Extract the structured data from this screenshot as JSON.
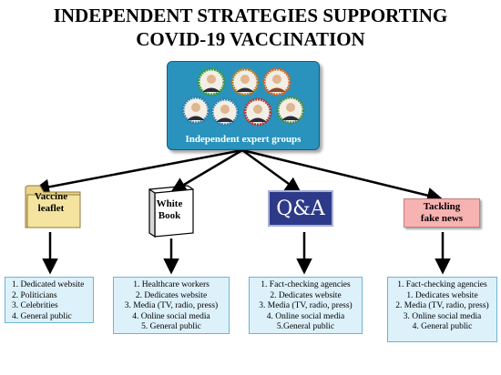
{
  "title": {
    "line1": "INDEPENDENT STRATEGIES SUPPORTING",
    "line2": "COVID-19 VACCINATION"
  },
  "hub": {
    "label": "Independent expert groups",
    "colors": {
      "background": "#2a93bd",
      "ring_colors": [
        "#3a9a3a",
        "#b07d2a",
        "#d9631e",
        "#2f7fb0",
        "#b23a3a",
        "#6e3d7f",
        "#4a8d4a"
      ]
    }
  },
  "strategies": [
    {
      "id": "leaflet",
      "label_lines": [
        "Vaccine",
        "leaflet"
      ],
      "icon": "folder-icon",
      "items": [
        "1. Dedicated website",
        "2. Politicians",
        "3. Celebrities",
        "4. General public"
      ]
    },
    {
      "id": "whitebook",
      "label_lines": [
        "White",
        "Book"
      ],
      "icon": "book-icon",
      "items": [
        "1. Healthcare workers",
        "2. Dedicates website",
        "3. Media (TV, radio, press)",
        "4. Online social media",
        "5. General public"
      ]
    },
    {
      "id": "qa",
      "label_lines": [
        "Q&A"
      ],
      "icon": "qa-banner-icon",
      "items": [
        "1. Fact-checking agencies",
        "2. Dedicates website",
        "3. Media (TV, radio, press)",
        "4. Online social media",
        "5.General public"
      ]
    },
    {
      "id": "fake",
      "label_lines": [
        "Tackling",
        "fake news"
      ],
      "icon": "pink-box-icon",
      "items": [
        "1. Fact-checking agencies",
        "1.  Dedicates website",
        "2.  Media (TV, radio, press)",
        "3.  Online social media",
        "4.  General public"
      ]
    }
  ]
}
